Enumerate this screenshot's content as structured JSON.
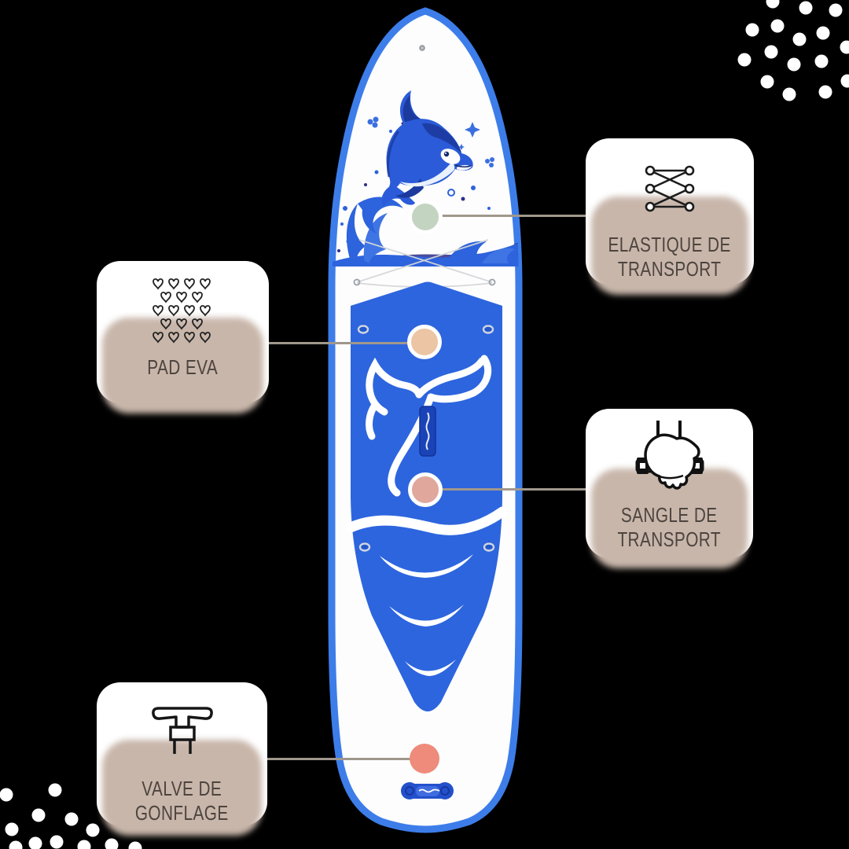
{
  "background": "#000000",
  "board": {
    "deck_color": "#fdfdfe",
    "rail_color": "#3d7de9",
    "pad_color": "#2d65de",
    "art_blue": "#2b5bd8",
    "art_navy": "#1c3a9e"
  },
  "connector": {
    "line_color": "#a0978c",
    "dot_color": "#a89d90"
  },
  "card_style": {
    "bg": "#ffffff",
    "shadow": "#c8b6aa",
    "label_color": "#4d443e"
  },
  "cards": {
    "elastique": {
      "lines": [
        "ELASTIQUE DE",
        "TRANSPORT"
      ],
      "icon": "bungee-cord-icon",
      "marker_color": "#c3d4c1"
    },
    "pad_eva": {
      "lines": [
        "PAD EVA"
      ],
      "icon": "eva-texture-icon",
      "marker_color": "#ecc5a4"
    },
    "sangle": {
      "lines": [
        "SANGLE DE",
        "TRANSPORT"
      ],
      "icon": "carry-strap-hand-icon",
      "marker_color": "#e0a79c"
    },
    "valve": {
      "lines": [
        "VALVE DE",
        "GONFLAGE"
      ],
      "icon": "inflation-valve-icon",
      "marker_color": "#ee8b7b"
    }
  }
}
